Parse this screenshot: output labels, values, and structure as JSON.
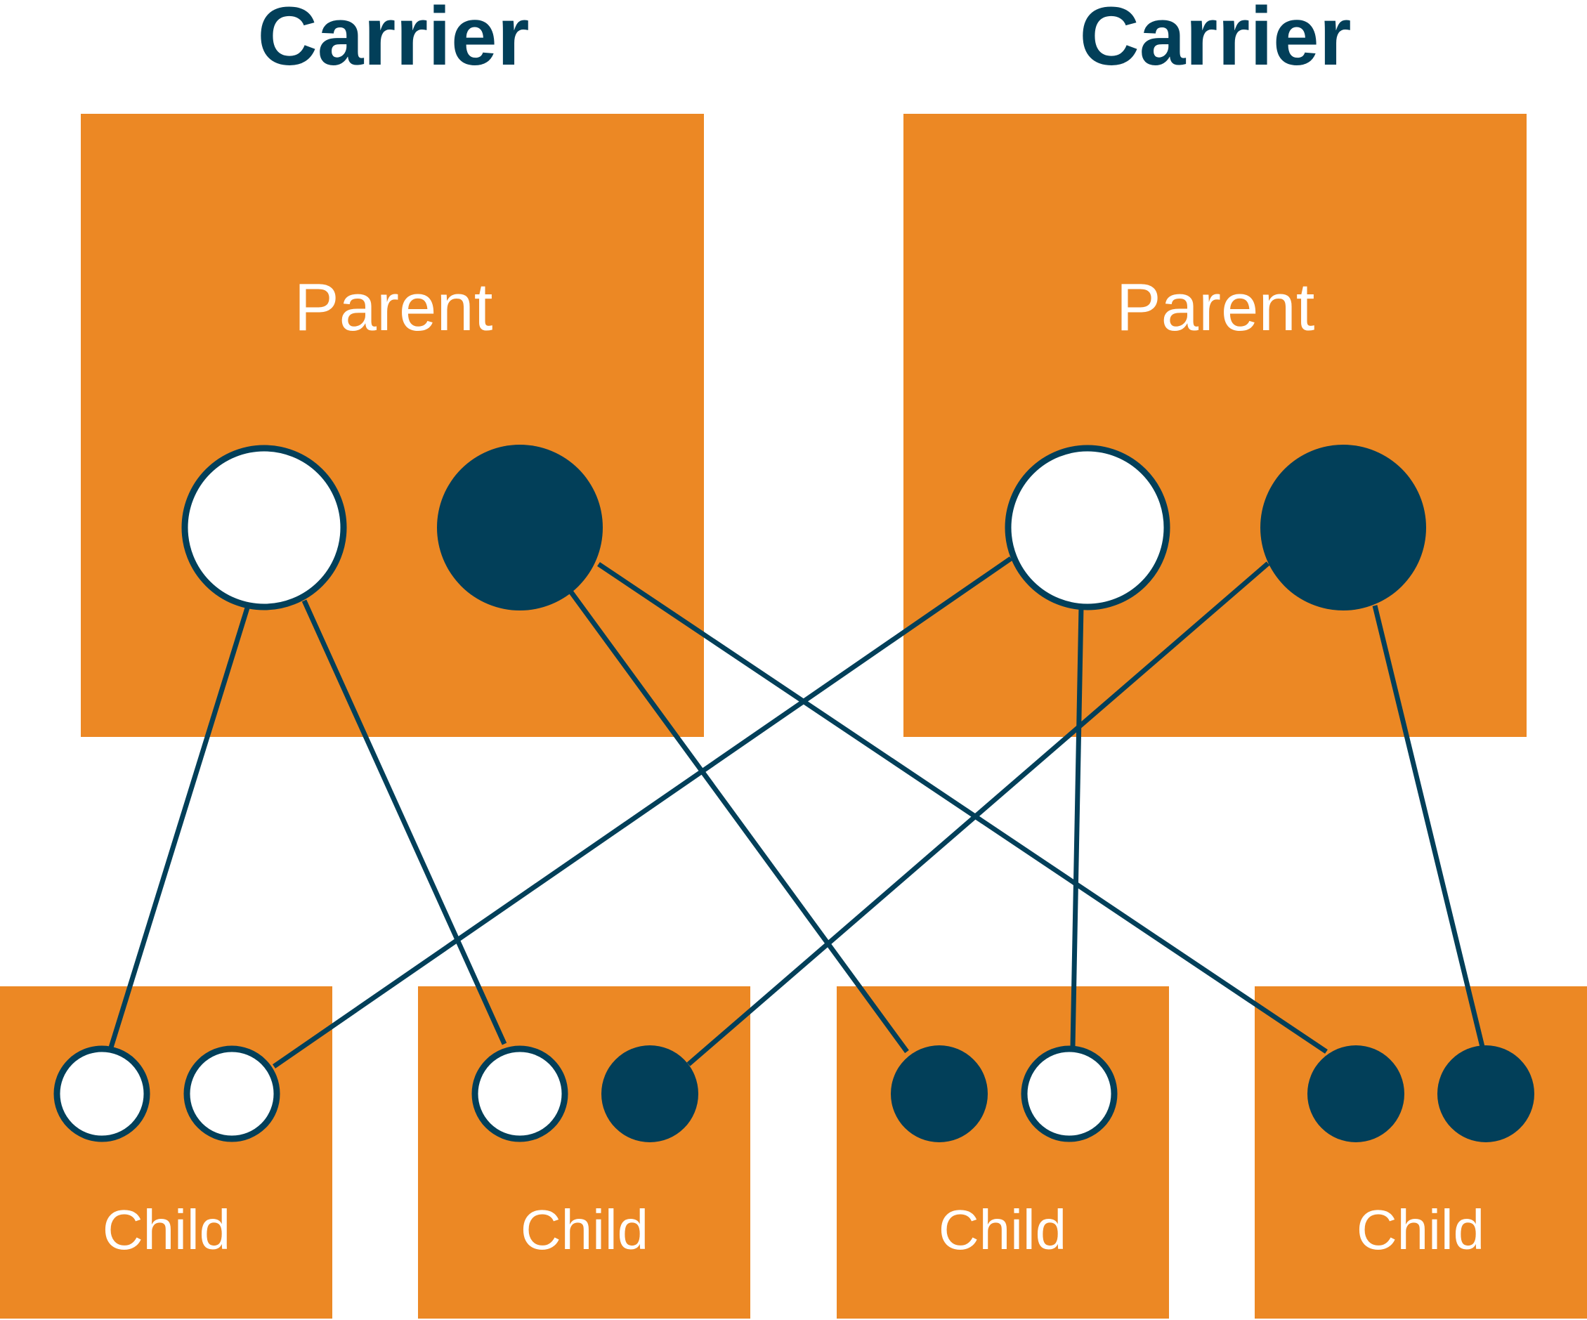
{
  "colors": {
    "box": "#ec8824",
    "dark": "#023f59",
    "light": "#ffffff"
  },
  "carriers": [
    {
      "title": "Carrier",
      "parent_label": "Parent",
      "alleles": [
        "open",
        "filled"
      ]
    },
    {
      "title": "Carrier",
      "parent_label": "Parent",
      "alleles": [
        "open",
        "filled"
      ]
    }
  ],
  "children": [
    {
      "label": "Child",
      "alleles": [
        "open",
        "open"
      ]
    },
    {
      "label": "Child",
      "alleles": [
        "open",
        "filled"
      ]
    },
    {
      "label": "Child",
      "alleles": [
        "filled",
        "open"
      ]
    },
    {
      "label": "Child",
      "alleles": [
        "filled",
        "filled"
      ]
    }
  ]
}
